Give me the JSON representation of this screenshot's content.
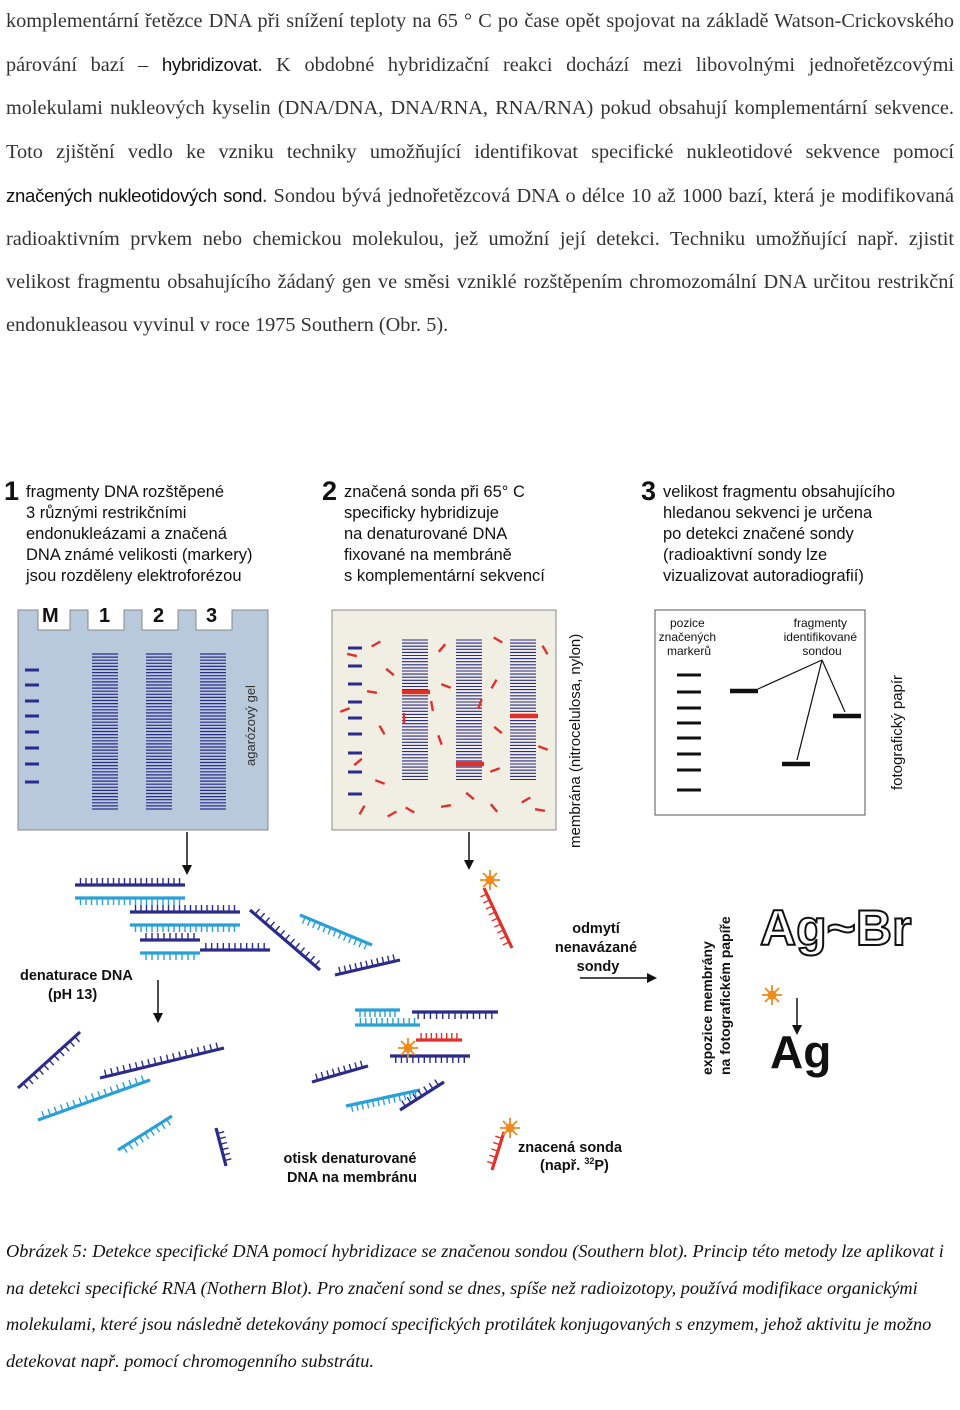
{
  "paragraph": {
    "s1": "komplementární řetězce DNA při snížení teploty na 65 ° C po čase opět spojovat na základě Watson-Crickovského párování bazí – ",
    "term1": "hybridizovat",
    "s2": ". K obdobné hybridizační reakci dochází mezi libovolnými jednořetězcovými molekulami nukleových kyselin (DNA/DNA, DNA/RNA, RNA/RNA) pokud obsahují komplementární sekvence. Toto zjištění vedlo ke vzniku techniky umožňující identifikovat specifické nukleotidové sekvence pomocí ",
    "term2": "značených nukleotidových sond",
    "s3": ". Sondou bývá jednořetězcová DNA o délce 10 až 1000 bazí, která je modifikovaná radioaktivním prvkem nebo chemickou molekulou, jež umožní její detekci. Techniku umožňující např. zjistit velikost fragmentu obsahujícího žádaný gen ve směsi vzniklé rozštěpením chromozomální DNA určitou restrikční endonukleasou vyvinul v roce 1975 Southern (Obr. 5)."
  },
  "figure": {
    "step1": {
      "number": "1",
      "lines": [
        "fragmenty DNA rozštěpené",
        "3 různými restrikčními",
        "endonukleázami a značená",
        "DNA známé velikosti (markery)",
        "jsou rozděleny elektroforézou"
      ]
    },
    "step2": {
      "number": "2",
      "lines": [
        "značená sonda při 65° C",
        "specificky hybridizuje",
        "na denaturované DNA",
        "fixované na membráně",
        "s komplementární sekvencí"
      ]
    },
    "step3": {
      "number": "3",
      "lines": [
        "velikost fragmentu obsahujícího",
        "hledanou sekvenci je určena",
        "po detekci značené sondy",
        "(radioaktivní sondy lze",
        "vizualizovat autoradiografií)"
      ]
    },
    "lanes": [
      "M",
      "1",
      "2",
      "3"
    ],
    "gel_label": "agarózový gel",
    "membrane_label": "membrána (nitrocelulosa, nylon)",
    "photo_label": "fotografický papír",
    "markers_label": [
      "pozice",
      "značených",
      "markerů"
    ],
    "fragments_label": [
      "fragmenty",
      "identifikované",
      "sondou"
    ],
    "denature_label": [
      "denaturace DNA",
      "(pH 13)"
    ],
    "wash_label": [
      "odmytí",
      "nenavázané",
      "sondy"
    ],
    "exposure_label": [
      "expozice membrány",
      "na fotografickém papíře"
    ],
    "imprint_label": [
      "otisk denaturované",
      "DNA na membránu"
    ],
    "probe_label": "znacená sonda",
    "probe_sub_prefix": "(např. ",
    "probe_sup": "32",
    "probe_sub_suffix": "P)",
    "agbr": "Ag~Br",
    "ag": "Ag",
    "colors": {
      "dark_blue": "#2b2b8a",
      "light_blue": "#2aa0d8",
      "red": "#e0302a",
      "gel_bg": "#b9c9dc",
      "membrane_bg": "#f1eee4",
      "star": "#f08a1c"
    }
  },
  "caption": "Obrázek 5: Detekce specifické DNA pomocí hybridizace se značenou sondou (Southern blot). Princip této metody lze aplikovat i na detekci specifické RNA (Nothern Blot). Pro značení sond se dnes, spíše než radioizotopy, používá modifikace organickými molekulami, které jsou následně detekovány pomocí specifických protilátek konjugovaných s enzymem, jehož aktivitu je možno detekovat např. pomocí chromogenního substrátu."
}
